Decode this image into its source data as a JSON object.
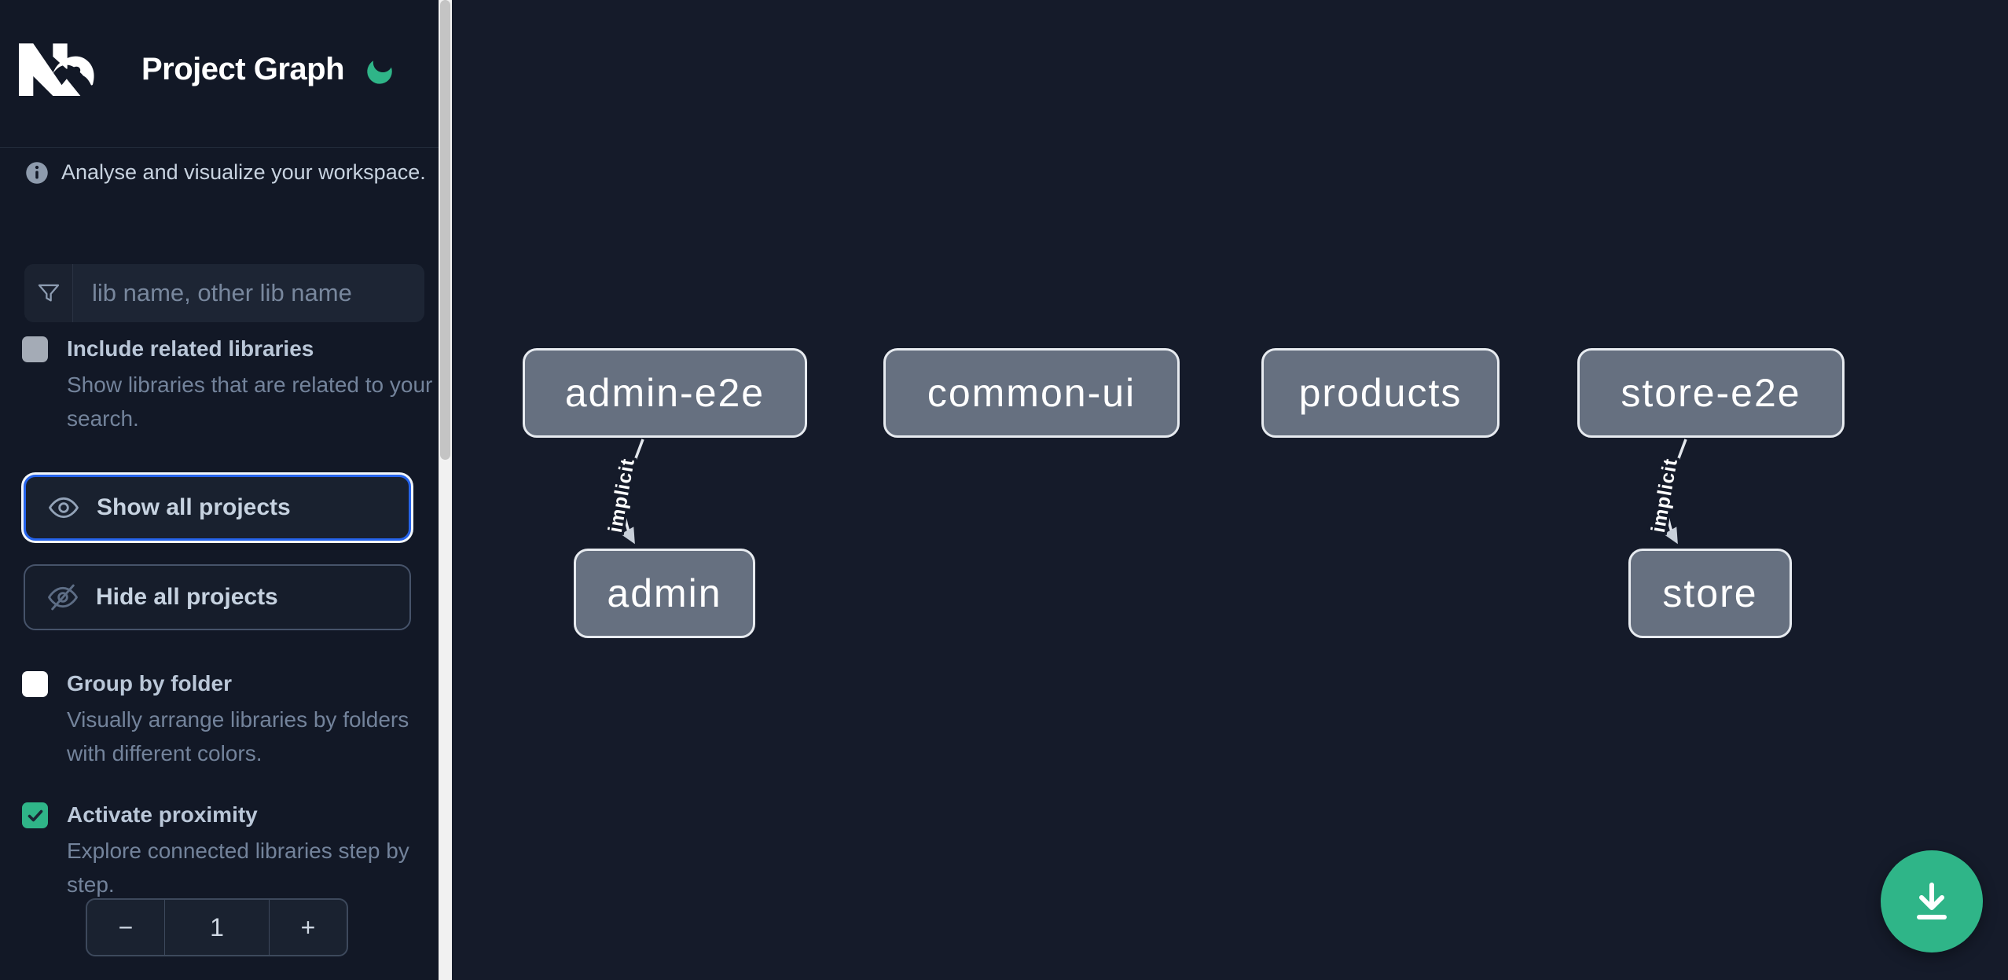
{
  "header": {
    "title": "Project Graph"
  },
  "sidebar": {
    "info_text": "Analyse and visualize your workspace.",
    "search": {
      "placeholder": "lib name, other lib name",
      "value": ""
    },
    "toggles": [
      {
        "label": "Include related libraries",
        "description": "Show libraries that are related to your search.",
        "checked": false
      },
      {
        "label": "Group by folder",
        "description": "Visually arrange libraries by folders with different colors.",
        "checked": false
      },
      {
        "label": "Activate proximity",
        "description": "Explore connected libraries step by step.",
        "checked": true
      }
    ],
    "buttons": [
      {
        "label": "Show all projects",
        "focused": true
      },
      {
        "label": "Hide all projects",
        "focused": false
      }
    ],
    "stepper": {
      "decrement_label": "−",
      "value": "1",
      "increment_label": "+"
    }
  },
  "graph": {
    "nodes": [
      {
        "label": "admin-e2e"
      },
      {
        "label": "common-ui"
      },
      {
        "label": "products"
      },
      {
        "label": "store-e2e"
      },
      {
        "label": "admin"
      },
      {
        "label": "store"
      }
    ],
    "edges": [
      {
        "from": "admin-e2e",
        "to": "admin",
        "label": "implicit"
      },
      {
        "from": "store-e2e",
        "to": "store",
        "label": "implicit"
      }
    ]
  },
  "colors": {
    "accent_green": "#2fb588",
    "focus_blue": "#2563eb",
    "node_fill": "#667080",
    "node_border": "#e7ebf0",
    "background": "#151b2a"
  }
}
